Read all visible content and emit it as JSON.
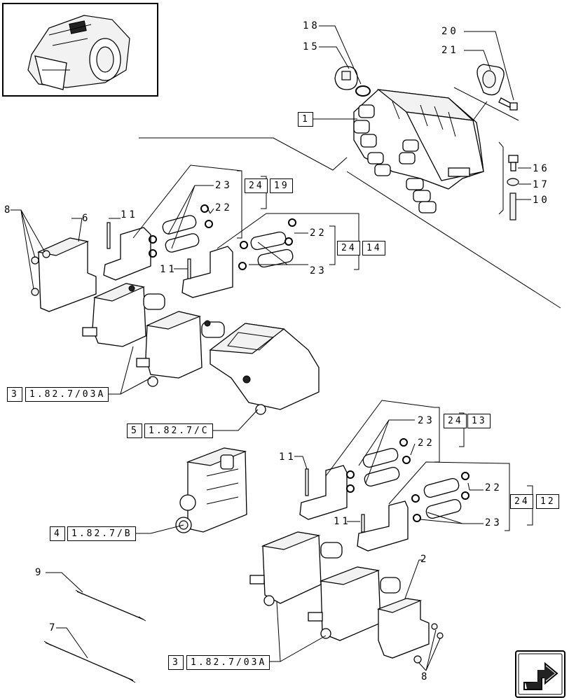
{
  "callouts": {
    "c1": "1",
    "c2": "2",
    "c6": "6",
    "c7": "7",
    "c8a": "8",
    "c8b": "8",
    "c9": "9",
    "c10": "10",
    "c11a": "11",
    "c11b": "11",
    "c11c": "11",
    "c11d": "11",
    "c15": "15",
    "c16": "16",
    "c17": "17",
    "c18": "18",
    "c20": "20",
    "c21": "21",
    "c22a": "22",
    "c22b": "22",
    "c22c": "22",
    "c22d": "22",
    "c23a": "23",
    "c23b": "23",
    "c23c": "23",
    "c23d": "23"
  },
  "boxes": {
    "b1": "1",
    "b24a": "24",
    "b19": "19",
    "b24b": "24",
    "b14": "14",
    "b24c": "24",
    "b13": "13",
    "b24d": "24",
    "b12": "12",
    "ref3a_n": "3",
    "ref3a_t": "1.82.7/03A",
    "ref5_n": "5",
    "ref5_t": "1.82.7/C",
    "ref4_n": "4",
    "ref4_t": "1.82.7/B",
    "ref3b_n": "3",
    "ref3b_t": "1.82.7/03A"
  },
  "icons": {
    "thumbnail": "tractor-transmission-locator-icon",
    "nav": "next-page-arrow-icon"
  }
}
